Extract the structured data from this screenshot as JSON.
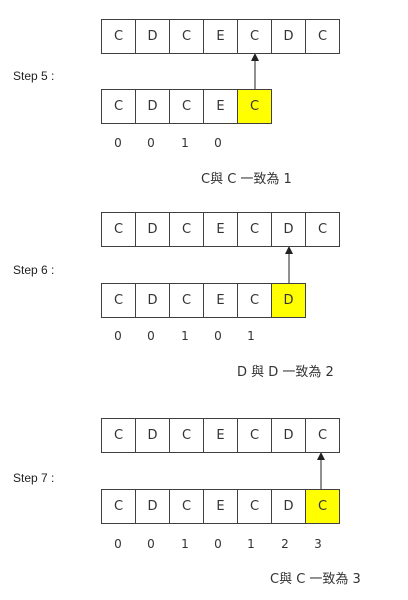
{
  "steps": [
    {
      "label": "Step 5 :",
      "text_row": [
        "C",
        "D",
        "C",
        "E",
        "C",
        "D",
        "C"
      ],
      "pattern_row": [
        "C",
        "D",
        "C",
        "E",
        "C"
      ],
      "highlight_index": 4,
      "indices": [
        "0",
        "0",
        "1",
        "0"
      ],
      "caption": "C與 C 一致為 1"
    },
    {
      "label": "Step 6 :",
      "text_row": [
        "C",
        "D",
        "C",
        "E",
        "C",
        "D",
        "C"
      ],
      "pattern_row": [
        "C",
        "D",
        "C",
        "E",
        "C",
        "D"
      ],
      "highlight_index": 5,
      "indices": [
        "0",
        "0",
        "1",
        "0",
        "1"
      ],
      "caption": "D 與 D 一致為 2"
    },
    {
      "label": "Step 7 :",
      "text_row": [
        "C",
        "D",
        "C",
        "E",
        "C",
        "D",
        "C"
      ],
      "pattern_row": [
        "C",
        "D",
        "C",
        "E",
        "C",
        "D",
        "C"
      ],
      "highlight_index": 6,
      "indices": [
        "0",
        "0",
        "1",
        "0",
        "1",
        "2",
        "3"
      ],
      "caption": "C與 C 一致為 3"
    }
  ],
  "colors": {
    "highlight": "#ffff00",
    "border": "#404040",
    "arrow": "#222222"
  }
}
